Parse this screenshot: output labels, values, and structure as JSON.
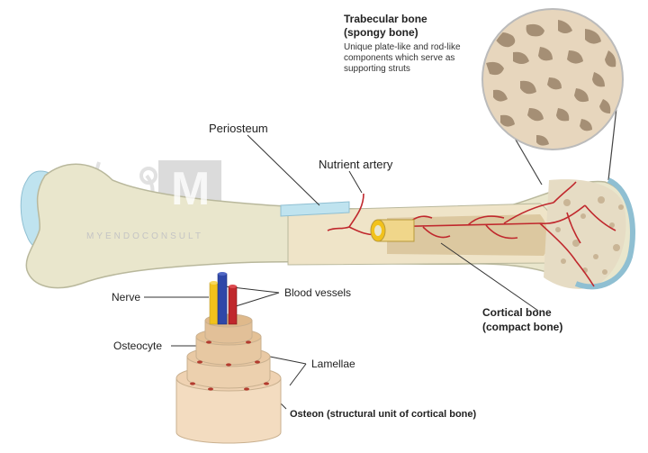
{
  "labels": {
    "trabecular_title": "Trabecular bone",
    "trabecular_subtitle": "(spongy bone)",
    "trabecular_desc": "Unique plate-like and rod-like components which serve as supporting struts",
    "periosteum": "Periosteum",
    "nutrient_artery": "Nutrient artery",
    "cortical_title": "Cortical bone",
    "cortical_subtitle": "(compact bone)",
    "nerve": "Nerve",
    "blood_vessels": "Blood vessels",
    "osteocyte": "Osteocyte",
    "lamellae": "Lamellae",
    "osteon": "Osteon (structural unit of cortical bone)"
  },
  "watermark": {
    "text": "MYENDOCONSULT",
    "logo_letter": "M"
  },
  "colors": {
    "bone": "#e9e6cc",
    "bone_outline": "#b9b89c",
    "cartilage": "#bfe3ef",
    "artery": "#c0282d",
    "vein_blue": "#2f47a8",
    "nerve_yellow": "#f2c21b",
    "osteon": "#f3dcc0",
    "spongy": "#a58f75"
  }
}
